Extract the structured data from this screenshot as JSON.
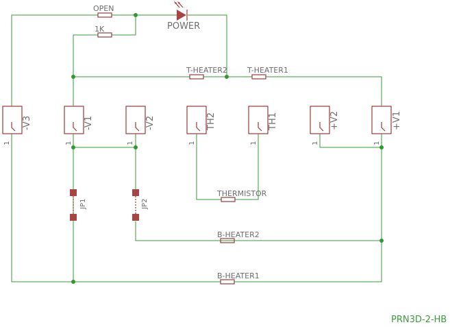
{
  "resistors": {
    "open": "OPEN",
    "one_k": "1K",
    "t_heater2": "T-HEATER2",
    "t_heater1": "T-HEATER1",
    "thermistor": "THERMISTOR",
    "b_heater2": "B-HEATER2",
    "b_heater1": "B-HEATER1"
  },
  "led": {
    "label": "POWER"
  },
  "connectors": [
    {
      "name": "-V3",
      "pin": "1"
    },
    {
      "name": "-V1",
      "pin": "1"
    },
    {
      "name": "-V2",
      "pin": "1"
    },
    {
      "name": "TH2",
      "pin": "1"
    },
    {
      "name": "TH1",
      "pin": "1"
    },
    {
      "name": "+V2",
      "pin": "1"
    },
    {
      "name": "+V1",
      "pin": "1"
    }
  ],
  "jumpers": {
    "jp1": "JP1",
    "jp2": "JP2"
  },
  "board": {
    "title": "PRN3D-2-HB"
  }
}
